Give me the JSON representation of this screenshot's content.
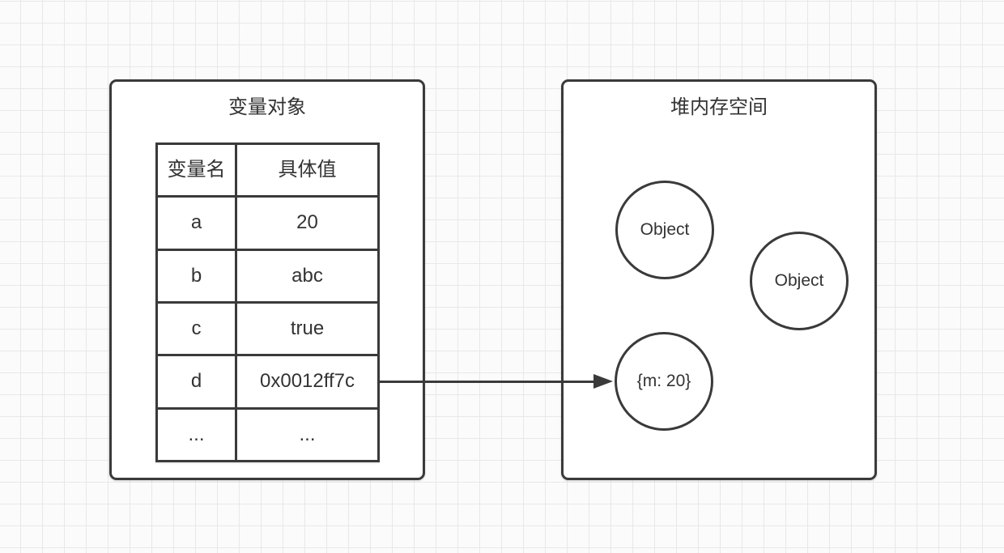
{
  "canvas": {
    "background_color": "#fbfbfb",
    "grid_line_color": "#e8e8e8",
    "stroke_color": "#3a3a3a",
    "text_color": "#333333"
  },
  "variable_object_box": {
    "title": "变量对象",
    "table": {
      "headers": [
        "变量名",
        "具体值"
      ],
      "rows": [
        {
          "name": "a",
          "value": "20"
        },
        {
          "name": "b",
          "value": "abc"
        },
        {
          "name": "c",
          "value": "true"
        },
        {
          "name": "d",
          "value": "0x0012ff7c"
        },
        {
          "name": "...",
          "value": "..."
        }
      ]
    }
  },
  "heap_box": {
    "title": "堆内存空间",
    "objects": [
      {
        "label": "Object"
      },
      {
        "label": "Object"
      },
      {
        "label": "{m: 20}"
      }
    ]
  },
  "connector": {
    "from_value": "0x0012ff7c",
    "to_label": "{m: 20}"
  }
}
